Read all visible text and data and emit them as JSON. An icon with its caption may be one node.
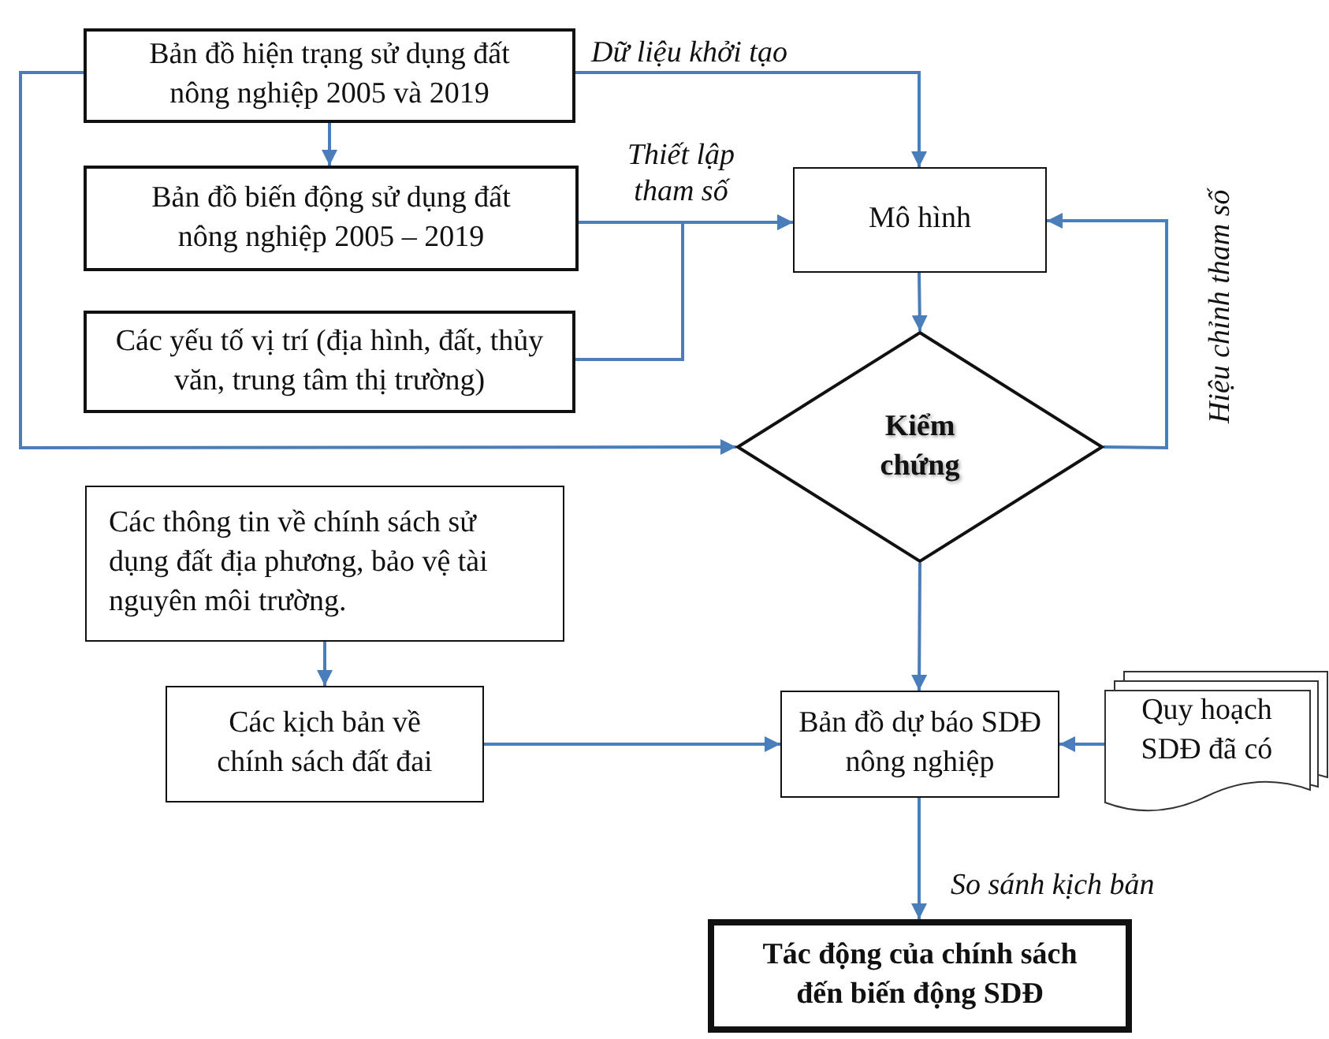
{
  "diagram": {
    "nodes": [
      {
        "text": [
          "Bản đồ hiện trạng sử dụng đất nông nghiệp 2005 và 2019"
        ]
      },
      {
        "text": [
          "Bản đồ biến động sử dụng đất nông nghiệp  2005 – 2019"
        ]
      },
      {
        "text": [
          "Các yếu tố vị trí (địa hình, đất, thủy văn, trung tâm thị trường)"
        ]
      },
      {
        "text": [
          "Mô hình"
        ]
      },
      {
        "text": [
          "Kiểm chứng"
        ]
      },
      {
        "text": [
          "Các thông tin về chính sách sử dụng đất địa phương, bảo vệ tài nguyên môi trường."
        ]
      },
      {
        "text": [
          "Các kịch bản về chính sách đất đai"
        ]
      },
      {
        "text": [
          "Bản đồ dự báo SDĐ nông nghiệp"
        ]
      },
      {
        "text": [
          "Quy hoạch SDĐ đã có"
        ]
      },
      {
        "text": [
          "Tác động của chính sách đến biến động SDĐ"
        ]
      }
    ],
    "edges": [
      {
        "from": 0,
        "to": 3,
        "arrow": "to",
        "label": "Dữ liệu khởi tạo"
      },
      {
        "from": 0,
        "to": 1,
        "arrow": "to"
      },
      {
        "from": 1,
        "to": 3,
        "arrow": "to",
        "label": "Thiết lập tham số"
      },
      {
        "from": 2,
        "to": 3,
        "arrow": "to"
      },
      {
        "from": 0,
        "to": 4,
        "arrow": "to"
      },
      {
        "from": 3,
        "to": 4,
        "arrow": "to"
      },
      {
        "from": 4,
        "to": 3,
        "arrow": "to",
        "label": "Hiệu chỉnh tham số"
      },
      {
        "from": 4,
        "to": 7,
        "arrow": "to"
      },
      {
        "from": 5,
        "to": 6,
        "arrow": "to"
      },
      {
        "from": 6,
        "to": 7,
        "arrow": "to"
      },
      {
        "from": 8,
        "to": 7,
        "arrow": "to"
      },
      {
        "from": 7,
        "to": 9,
        "arrow": "to",
        "label": "So sánh kịch bản"
      }
    ]
  }
}
